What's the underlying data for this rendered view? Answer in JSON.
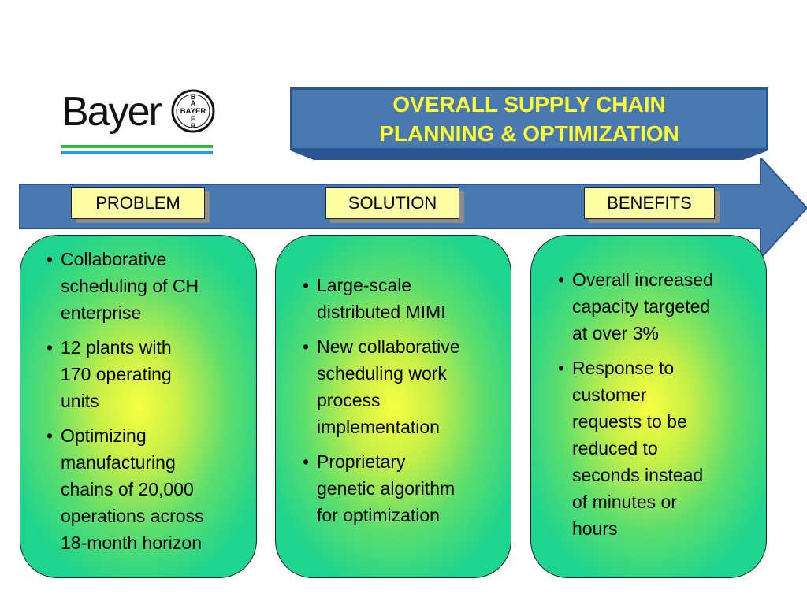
{
  "logo": {
    "wordmark": "Bayer",
    "cross_text": "BAYER",
    "colors": {
      "green": "#2db83d",
      "blue": "#2e9ad6"
    }
  },
  "title": {
    "line1": "OVERALL SUPPLY CHAIN",
    "line2": "PLANNING & OPTIMIZATION",
    "text_color": "#ffff33",
    "banner_color": "#4a78b0"
  },
  "sections": [
    {
      "label": "PROBLEM",
      "bullets": [
        "Collaborative\nscheduling of CH\nenterprise",
        "12 plants with\n170 operating\nunits",
        "Optimizing\nmanufacturing\nchains of 20,000\noperations across\n18-month horizon"
      ]
    },
    {
      "label": "SOLUTION",
      "bullets": [
        "Large-scale\ndistributed MIMI",
        "New collaborative\nscheduling work\nprocess\nimplementation",
        "Proprietary\ngenetic algorithm\nfor optimization"
      ]
    },
    {
      "label": "BENEFITS",
      "bullets": [
        "Overall increased\ncapacity targeted\nat over 3%",
        "Response to\ncustomer\nrequests to be\nreduced to\nseconds instead\nof minutes or\nhours"
      ]
    }
  ],
  "colors": {
    "arrow": "#4a78b0",
    "label_bg": "#ffffa6",
    "panel_center": "#f6ff42",
    "panel_edge": "#1fd48e"
  }
}
